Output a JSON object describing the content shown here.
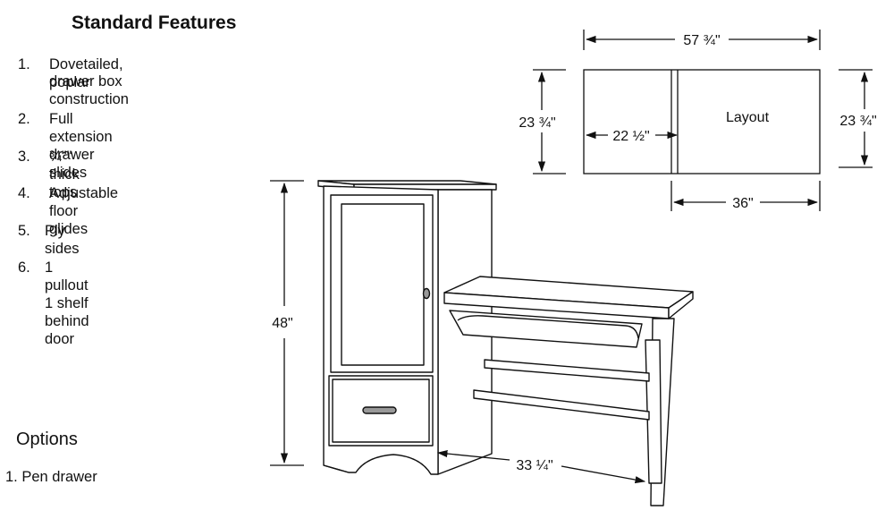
{
  "heading": "Standard Features",
  "features": [
    {
      "num": "1.",
      "lines": [
        "Dovetailed, poplar",
        "drawer box construction"
      ]
    },
    {
      "num": "2.",
      "lines": [
        "Full extension drawer slides"
      ]
    },
    {
      "num": "3.",
      "lines": [
        "¾\"\" thick tops"
      ]
    },
    {
      "num": "4.",
      "lines": [
        "Adjustable floor glides"
      ]
    },
    {
      "num": "5.",
      "lines": [
        "Ply sides"
      ]
    },
    {
      "num": "6.",
      "lines": [
        "1 pullout 1 shelf behind door"
      ]
    }
  ],
  "options": {
    "heading": "Options",
    "items": [
      "1. Pen drawer"
    ]
  },
  "layout_plan": {
    "label": "Layout",
    "overall_width": "57 ¾\"",
    "left_depth": "23 ¾\"",
    "right_depth": "23 ¾\"",
    "inner_width": "22 ½\"",
    "desk_width": "36\""
  },
  "furniture": {
    "height": "48\"",
    "desk_depth": "33 ¼\""
  }
}
